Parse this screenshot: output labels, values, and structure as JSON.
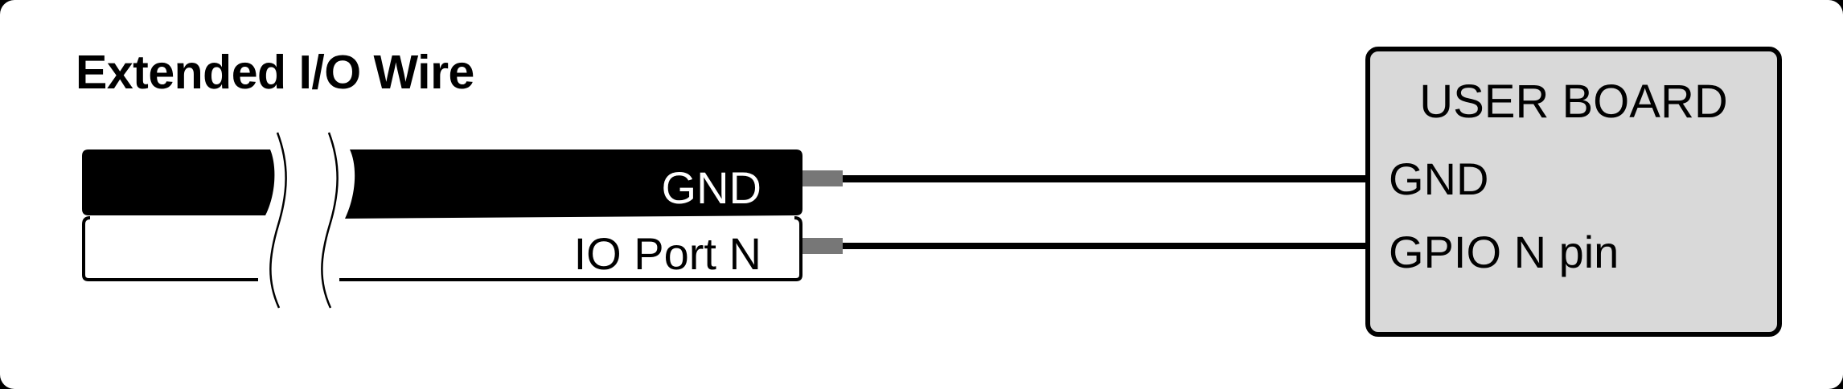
{
  "diagram": {
    "title": "Extended I/O Wire",
    "cable": {
      "wires": [
        {
          "label": "GND",
          "insulation_color": "#000000",
          "text_color": "#ffffff"
        },
        {
          "label": "IO Port N",
          "insulation_color": "#ffffff",
          "text_color": "#000000"
        }
      ],
      "break_symbol": "cable-break-icon",
      "connector_color": "#777777"
    },
    "board": {
      "title": "USER BOARD",
      "fill_color": "#d9d9d9",
      "pins": [
        {
          "label": "GND"
        },
        {
          "label": "GPIO N pin"
        }
      ]
    },
    "connections": [
      {
        "from": "GND",
        "to": "GND"
      },
      {
        "from": "IO Port N",
        "to": "GPIO N pin"
      }
    ]
  }
}
